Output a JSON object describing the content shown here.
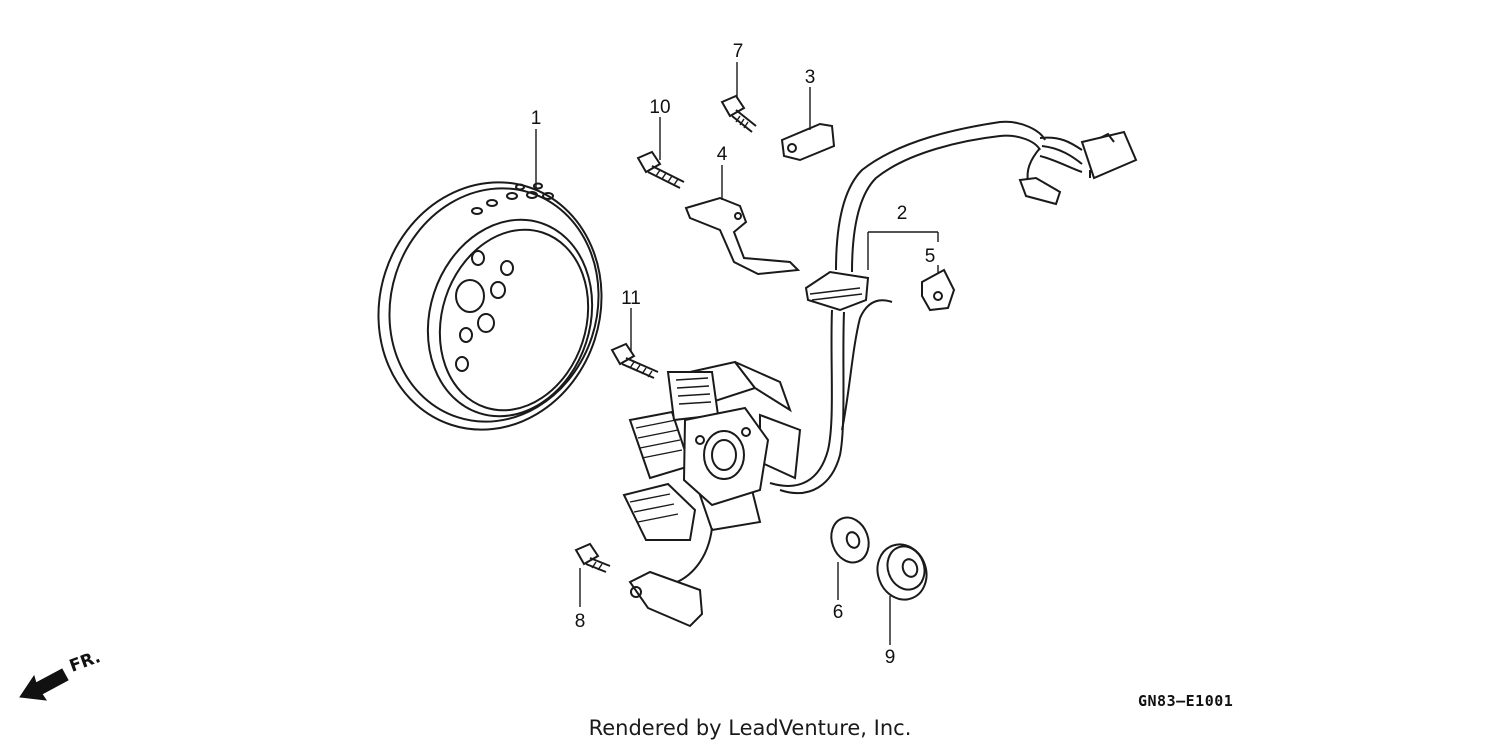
{
  "diagram": {
    "parts": [
      {
        "number": "1",
        "name": "flywheel"
      },
      {
        "number": "2",
        "name": "stator-assembly"
      },
      {
        "number": "3",
        "name": "wire-clamp"
      },
      {
        "number": "4",
        "name": "pulse-generator-bracket"
      },
      {
        "number": "5",
        "name": "grommet"
      },
      {
        "number": "6",
        "name": "washer"
      },
      {
        "number": "7",
        "name": "bolt"
      },
      {
        "number": "8",
        "name": "bolt"
      },
      {
        "number": "9",
        "name": "flange-nut"
      },
      {
        "number": "10",
        "name": "bolt"
      },
      {
        "number": "11",
        "name": "bolt"
      }
    ],
    "direction_label": "FR.",
    "diagram_code": "GN83—E1001",
    "footer": "Rendered by LeadVenture, Inc."
  }
}
